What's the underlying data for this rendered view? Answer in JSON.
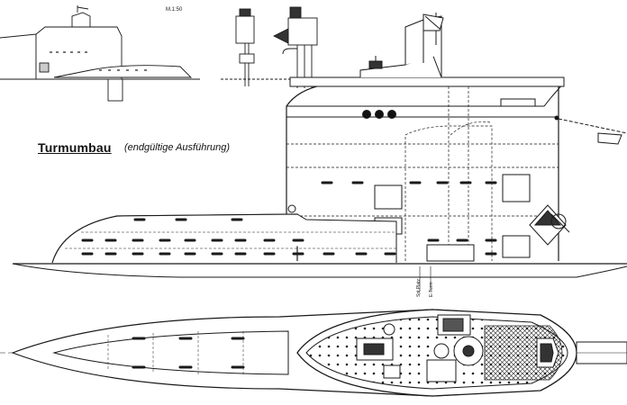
{
  "drawing": {
    "title": "Turmumbau",
    "subtitle": "(endgültige Ausführung)",
    "scale_note": "M.1:50",
    "frame_label_1": "Spt.Platz",
    "frame_label_2": "E-Turm"
  },
  "colors": {
    "ink": "#1a1a1a",
    "paper": "#ffffff",
    "hatch": "#2a2a2a"
  }
}
